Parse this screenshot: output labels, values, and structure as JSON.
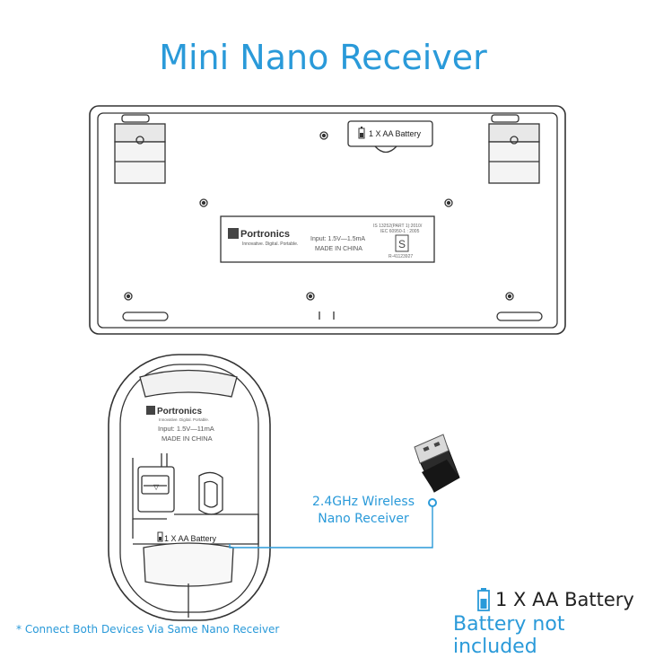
{
  "title": "Mini Nano Receiver",
  "keyboard": {
    "battery_label": "1 X AA Battery",
    "brand": "Portronics",
    "tagline": "Innovative. Digital. Portable.",
    "input_rating": "Input: 1.5V—1.5mA",
    "made_in": "MADE IN CHINA",
    "standard": "IS 13252(PART 1):2010/",
    "standard_2": "IEC 60950-1 : 2005",
    "reg_number": "R-41123927"
  },
  "mouse": {
    "brand": "Portronics",
    "tagline": "Innovative. Digital. Portable.",
    "input_rating": "Input: 1.5V—11mA",
    "made_in": "MADE IN CHINA",
    "battery_label": "1 X AA Battery"
  },
  "callout": {
    "line1": "2.4GHz Wireless",
    "line2": "Nano Receiver"
  },
  "footnote": "* Connect Both Devices Via Same Nano Receiver",
  "battery_info": {
    "line": "1 X AA Battery",
    "note": "Battery not included"
  },
  "colors": {
    "accent": "#2a9ad9",
    "outline": "#333333",
    "text": "#222222"
  },
  "icons": [
    "battery-icon",
    "usb-receiver-icon",
    "screw-icon"
  ]
}
